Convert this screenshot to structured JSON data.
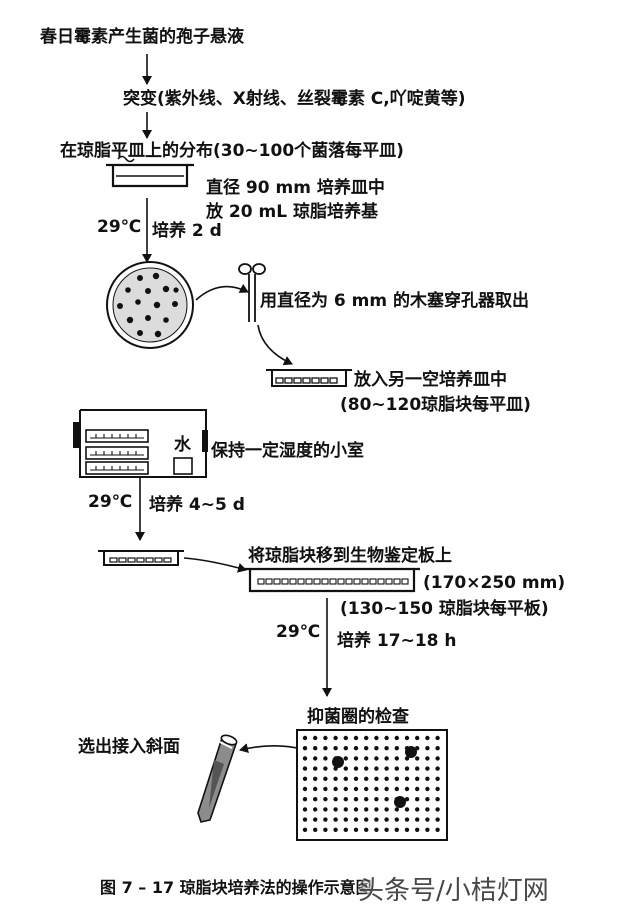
{
  "steps": {
    "suspension": "春日霉素产生菌的孢子悬液",
    "mutation": "突变(紫外线、X射线、丝裂霉素 C,吖啶黄等)",
    "distribution": "在琼脂平皿上的分布(30~100个菌落每平皿)",
    "dish_note_1": "直径 90 mm 培养皿中",
    "dish_note_2": "放 20 mL 琼脂培养基",
    "temp_1": "29℃",
    "incubate_1": "培养 2 d",
    "punch": "用直径为 6 mm 的木塞穿孔器取出",
    "place_1": "放入另一空培养皿中",
    "place_2": "(80~120琼脂块每平皿)",
    "water_label": "水",
    "humid_chamber": "保持一定湿度的小室",
    "temp_2": "29℃",
    "incubate_2": "培养 4~5 d",
    "transfer": "将琼脂块移到生物鉴定板上",
    "plate_size": "(170×250 mm)",
    "plate_count": "(130~150 琼脂块每平板)",
    "temp_3": "29℃",
    "incubate_3": "培养 17~18 h",
    "inhibition": "抑菌圈的检查",
    "select": "选出接入斜面"
  },
  "caption": "图 7 – 17    琼脂块培养法的操作示意图",
  "watermark": "头条号/小桔灯网"
}
